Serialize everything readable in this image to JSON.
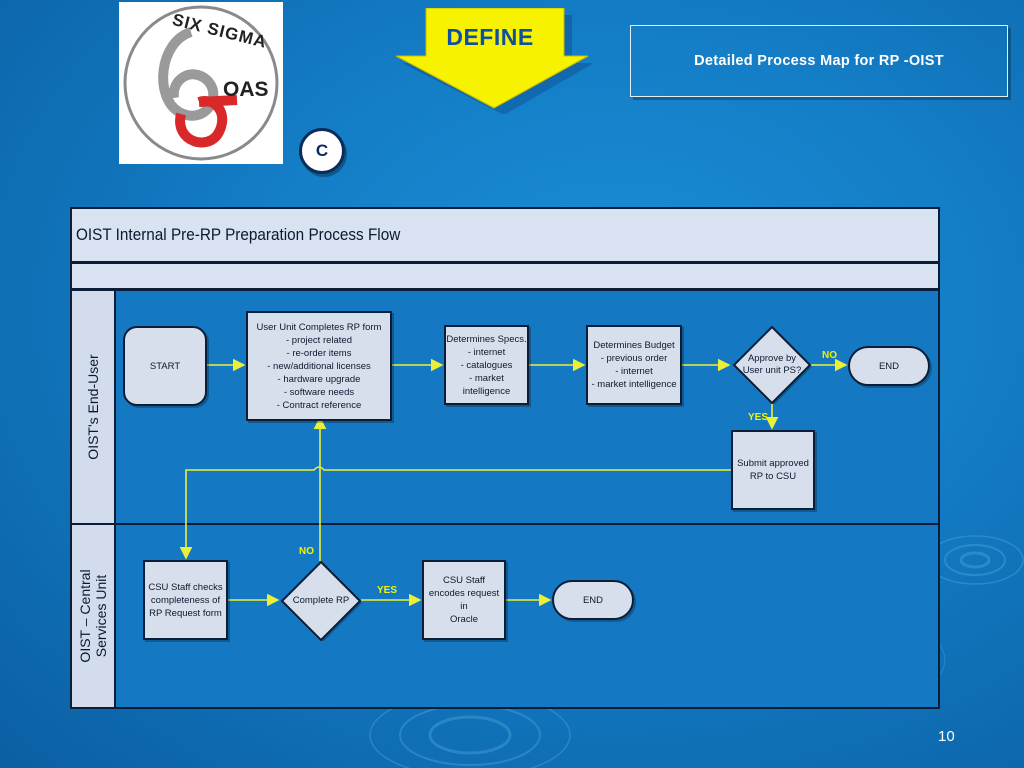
{
  "logo": {
    "top_text": "SIX SIGMA",
    "bottom_text": "OAS"
  },
  "phase": {
    "label": "DEFINE"
  },
  "slide_title": "Detailed Process Map for RP -OIST",
  "marker": "C",
  "diagram": {
    "title": "OIST Internal Pre-RP Preparation Process Flow",
    "lanes": {
      "end_user": "OIST's End-User",
      "csu_line1": "OIST – Central",
      "csu_line2": "Services Unit"
    },
    "nodes": {
      "start": "START",
      "user_unit": [
        "User Unit Completes RP form",
        "- project related",
        "- re-order items",
        "- new/additional licenses",
        "- hardware upgrade",
        "- software needs",
        "- Contract reference"
      ],
      "specs": [
        "Determines Specs.",
        "- internet",
        "- catalogues",
        "- market",
        "intelligence"
      ],
      "budget": [
        "Determines Budget",
        "- previous order",
        "- internet",
        "- market intelligence"
      ],
      "approve": [
        "Approve by",
        "User unit PS?"
      ],
      "end_top": "END",
      "submit": [
        "Submit approved",
        "RP to CSU"
      ],
      "csu_check": [
        "CSU Staff checks",
        "completeness of",
        "RP Request form"
      ],
      "complete": "Complete RP",
      "encode": [
        "CSU Staff",
        "encodes request in",
        "Oracle"
      ],
      "end_bottom": "END"
    },
    "labels": {
      "no_top": "NO",
      "yes_top": "YES",
      "no_bottom": "NO",
      "yes_bottom": "YES"
    }
  },
  "page_number": "10",
  "colors": {
    "background": "#137cc4",
    "arrow_yellow": "#f6f200",
    "box_fill": "#d7dfec",
    "outline": "#0c1d38",
    "connector": "#ecef38"
  }
}
